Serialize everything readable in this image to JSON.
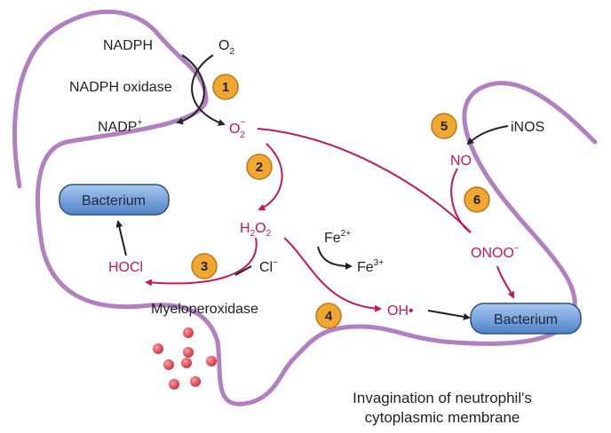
{
  "colors": {
    "membrane": "#b080c0",
    "reaction_arrow": "#c0185a",
    "text_dark": "#222222",
    "text_red": "#c0185a",
    "step_badge": "#f0a830",
    "bacterium_fill": "#6b9ad6",
    "granule": "#e0505a"
  },
  "labels": {
    "nadph": "NADPH",
    "o2": "O",
    "o2_sub": "2",
    "nadph_oxidase": "NADPH oxidase",
    "nadp_plus": "NADP",
    "nadp_plus_sup": "+",
    "superoxide": "O",
    "superoxide_sub": "2",
    "superoxide_sup": "−",
    "h2o2_h": "H",
    "h2o2_sub1": "2",
    "h2o2_o": "O",
    "h2o2_sub2": "2",
    "fe2": "Fe",
    "fe2_sup": "2+",
    "fe3": "Fe",
    "fe3_sup": "3+",
    "cl": "Cl",
    "cl_sup": "−",
    "hocl": "HOCl",
    "myeloperoxidase": "Myeloperoxidase",
    "oh_radical": "OH•",
    "inos": "iNOS",
    "no": "NO",
    "peroxynitrite": "ONOO",
    "peroxynitrite_sup": "−"
  },
  "steps": [
    "1",
    "2",
    "3",
    "4",
    "5",
    "6"
  ],
  "bacteria": {
    "left": "Bacterium",
    "right": "Bacterium"
  },
  "caption": {
    "line1": "Invagination of neutrophil's",
    "line2": "cytoplasmic membrane"
  },
  "granule_count": 8
}
